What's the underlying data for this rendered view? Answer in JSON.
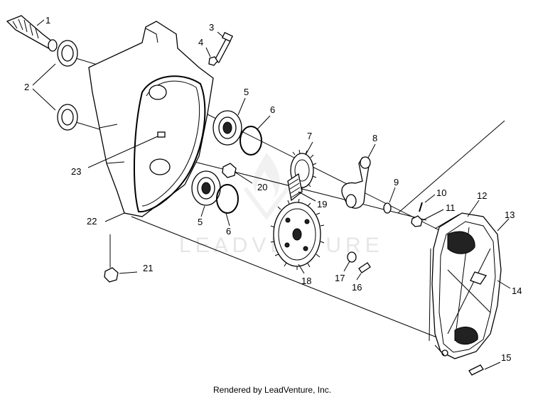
{
  "watermark": "LEADVENTURE",
  "footer": "Rendered by LeadVenture, Inc.",
  "callouts": [
    {
      "id": "c1",
      "label": "1"
    },
    {
      "id": "c2",
      "label": "2"
    },
    {
      "id": "c3",
      "label": "3"
    },
    {
      "id": "c4",
      "label": "4"
    },
    {
      "id": "c5a",
      "label": "5"
    },
    {
      "id": "c5b",
      "label": "5"
    },
    {
      "id": "c6a",
      "label": "6"
    },
    {
      "id": "c6b",
      "label": "6"
    },
    {
      "id": "c7",
      "label": "7"
    },
    {
      "id": "c8",
      "label": "8"
    },
    {
      "id": "c9",
      "label": "9"
    },
    {
      "id": "c10",
      "label": "10"
    },
    {
      "id": "c11",
      "label": "11"
    },
    {
      "id": "c12",
      "label": "12"
    },
    {
      "id": "c13",
      "label": "13"
    },
    {
      "id": "c14",
      "label": "14"
    },
    {
      "id": "c15",
      "label": "15"
    },
    {
      "id": "c16",
      "label": "16"
    },
    {
      "id": "c17",
      "label": "17"
    },
    {
      "id": "c18",
      "label": "18"
    },
    {
      "id": "c19",
      "label": "19"
    },
    {
      "id": "c20",
      "label": "20"
    },
    {
      "id": "c21",
      "label": "21"
    },
    {
      "id": "c22",
      "label": "22"
    },
    {
      "id": "c23",
      "label": "23"
    }
  ]
}
